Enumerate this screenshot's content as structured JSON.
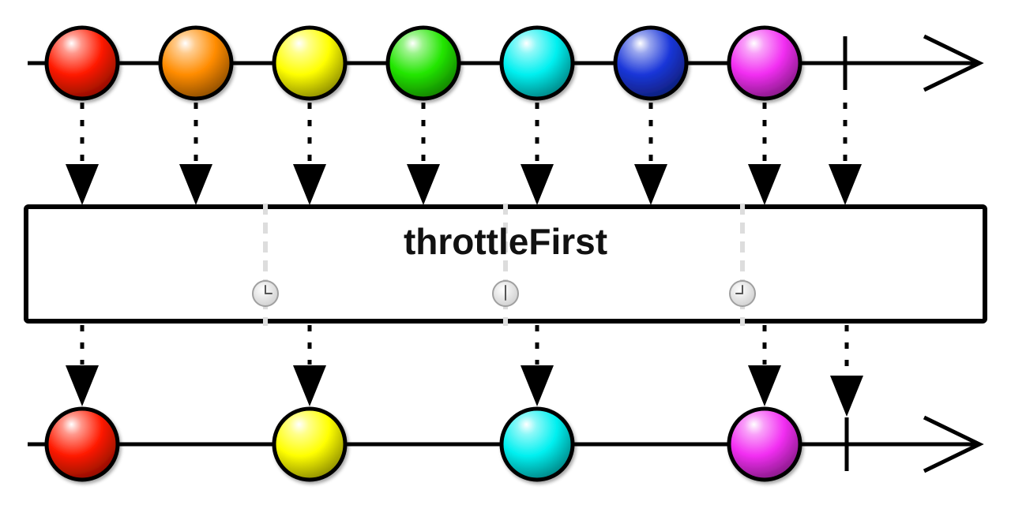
{
  "operator": {
    "label": "throttleFirst"
  },
  "colors": {
    "red": "#ff1a00",
    "orange": "#ff8c00",
    "yellow": "#ffff00",
    "green": "#22e600",
    "cyan": "#00f0f0",
    "blue": "#1a36d9",
    "magenta": "#f22ef2",
    "timeline": "#000000",
    "window_marker": "#dddddd"
  },
  "source_stream": {
    "items": [
      {
        "color": "red"
      },
      {
        "color": "orange"
      },
      {
        "color": "yellow"
      },
      {
        "color": "green"
      },
      {
        "color": "cyan"
      },
      {
        "color": "blue"
      },
      {
        "color": "magenta"
      }
    ],
    "completes": true
  },
  "result_stream": {
    "items": [
      {
        "color": "red"
      },
      {
        "color": "yellow"
      },
      {
        "color": "cyan"
      },
      {
        "color": "magenta"
      }
    ],
    "completes": true
  },
  "window_markers": [
    {
      "icon": "clock-icon"
    },
    {
      "icon": "clock-icon"
    },
    {
      "icon": "clock-icon"
    }
  ]
}
